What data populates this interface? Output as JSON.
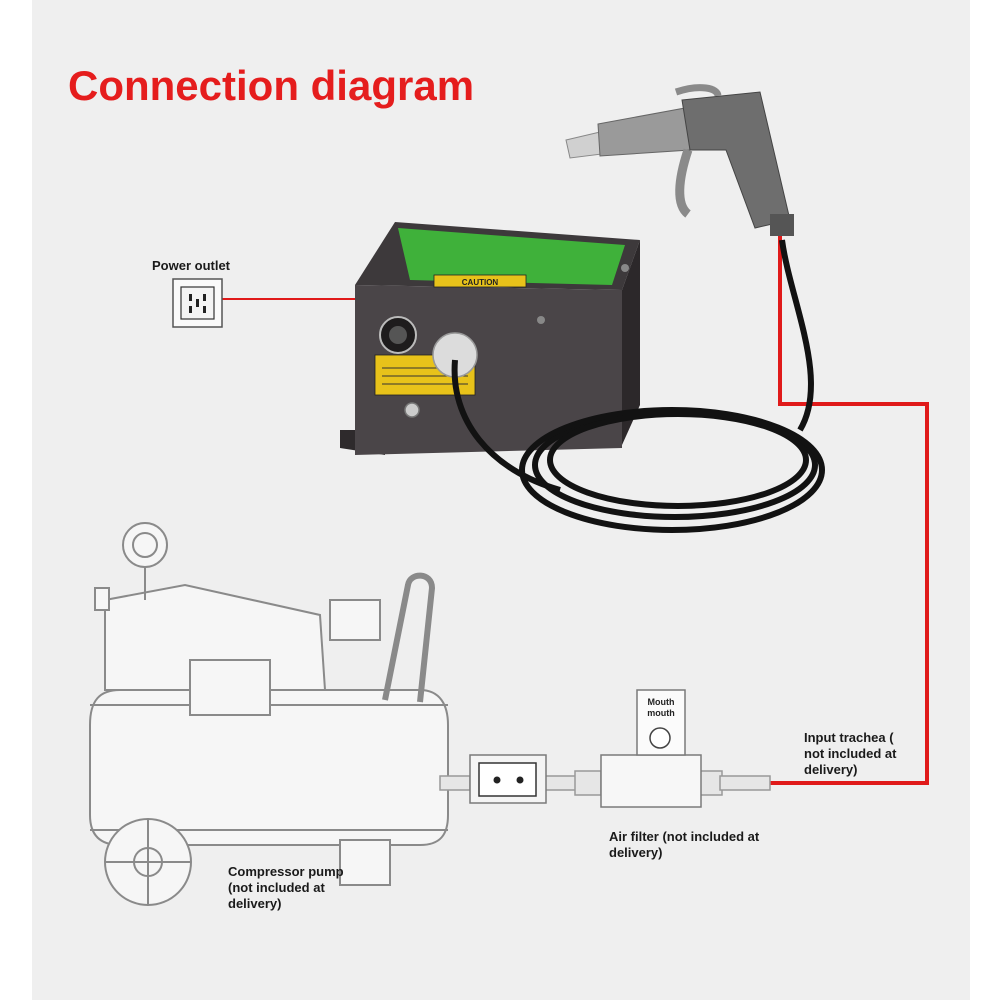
{
  "title": "Connection diagram",
  "labels": {
    "power_outlet": "Power outlet",
    "input_trachea": [
      "Input trachea (",
      "not included at",
      "delivery)"
    ],
    "air_filter": [
      "Air filter (not included at",
      "delivery)"
    ],
    "compressor_pump": [
      "Compressor pump",
      "(not included at",
      "delivery)"
    ],
    "gauge_mouth": [
      "Mouth",
      "mouth"
    ],
    "caution": "CAUTION"
  },
  "colors": {
    "title": "#e51d1d",
    "connection_line": "#e01a1a",
    "generator_body": "#4a4548",
    "generator_label": "#3fb13a",
    "panel_bg": "#efefef"
  }
}
